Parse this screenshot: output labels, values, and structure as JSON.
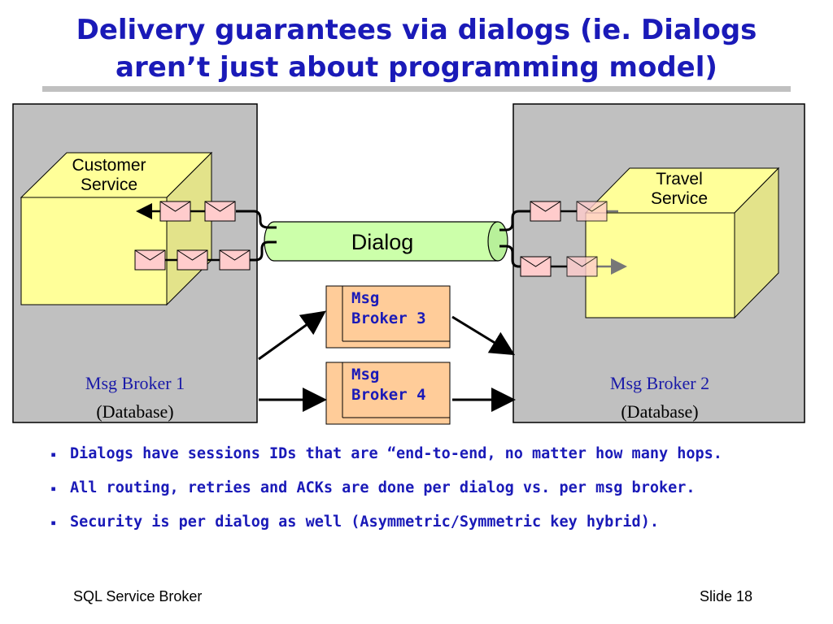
{
  "slide": {
    "title_line1": "Delivery guarantees via dialogs (ie. Dialogs",
    "title_line2": "aren’t just about programming model)"
  },
  "diagram": {
    "left_box": {
      "name": "Msg Broker 1",
      "sub": "(Database)"
    },
    "right_box": {
      "name": "Msg Broker 2",
      "sub": "(Database)"
    },
    "left_service": {
      "line1": "Customer",
      "line2": "Service"
    },
    "right_service": {
      "line1": "Travel",
      "line2": "Service"
    },
    "dialog_label": "Dialog",
    "broker3": {
      "line1": "Msg",
      "line2": "Broker 3"
    },
    "broker4": {
      "line1": "Msg",
      "line2": "Broker 4"
    },
    "colors": {
      "box_fill": "#c0c0c0",
      "cube_front": "#ffff99",
      "cube_side": "#e3e38a",
      "dialog_fill": "#ccffaa",
      "broker_fill": "#ffcc99",
      "envelope_fill": "#ffcccc",
      "title_blue": "#1a1ab8"
    }
  },
  "bullets": [
    "Dialogs have sessions IDs that are “end-to-end, no matter how many hops.",
    "All routing, retries and ACKs are done per dialog vs. per msg broker.",
    "Security is per dialog as well (Asymmetric/Symmetric key hybrid)."
  ],
  "bullet_marker": "▪",
  "footer": {
    "left": "SQL Service Broker",
    "right": "Slide 18"
  }
}
